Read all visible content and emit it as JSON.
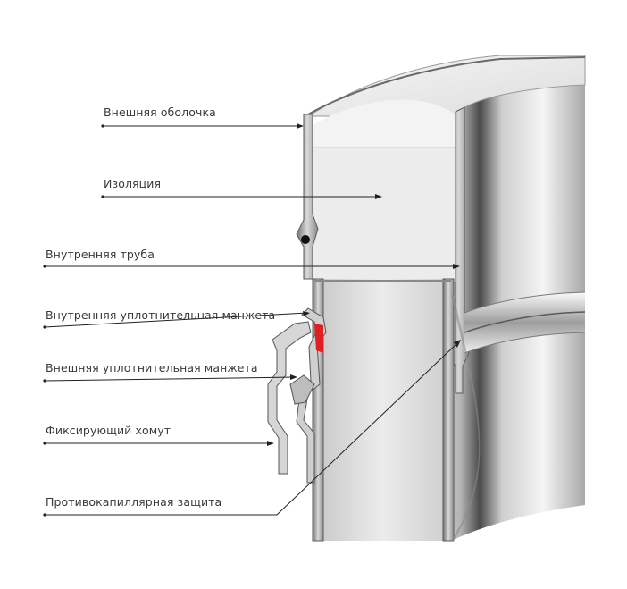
{
  "labels": {
    "outer_shell": "Внешняя оболочка",
    "insulation": "Изоляция",
    "inner_pipe": "Внутренняя труба",
    "inner_seal_cuff": "Внутренняя уплотнительная манжета",
    "outer_seal_cuff": "Внешняя уплотнительная манжета",
    "fixing_clamp": "Фиксирующий хомут",
    "anti_capillary": "Противокапиллярная защита"
  },
  "colors": {
    "metal_dark": "#7a7a7a",
    "metal_mid": "#bdbdbd",
    "metal_light": "#f2f2f2",
    "insulation": "#e9e9e9",
    "seal_accent": "#e02020",
    "line": "#222222",
    "text": "#3a3a3a"
  }
}
